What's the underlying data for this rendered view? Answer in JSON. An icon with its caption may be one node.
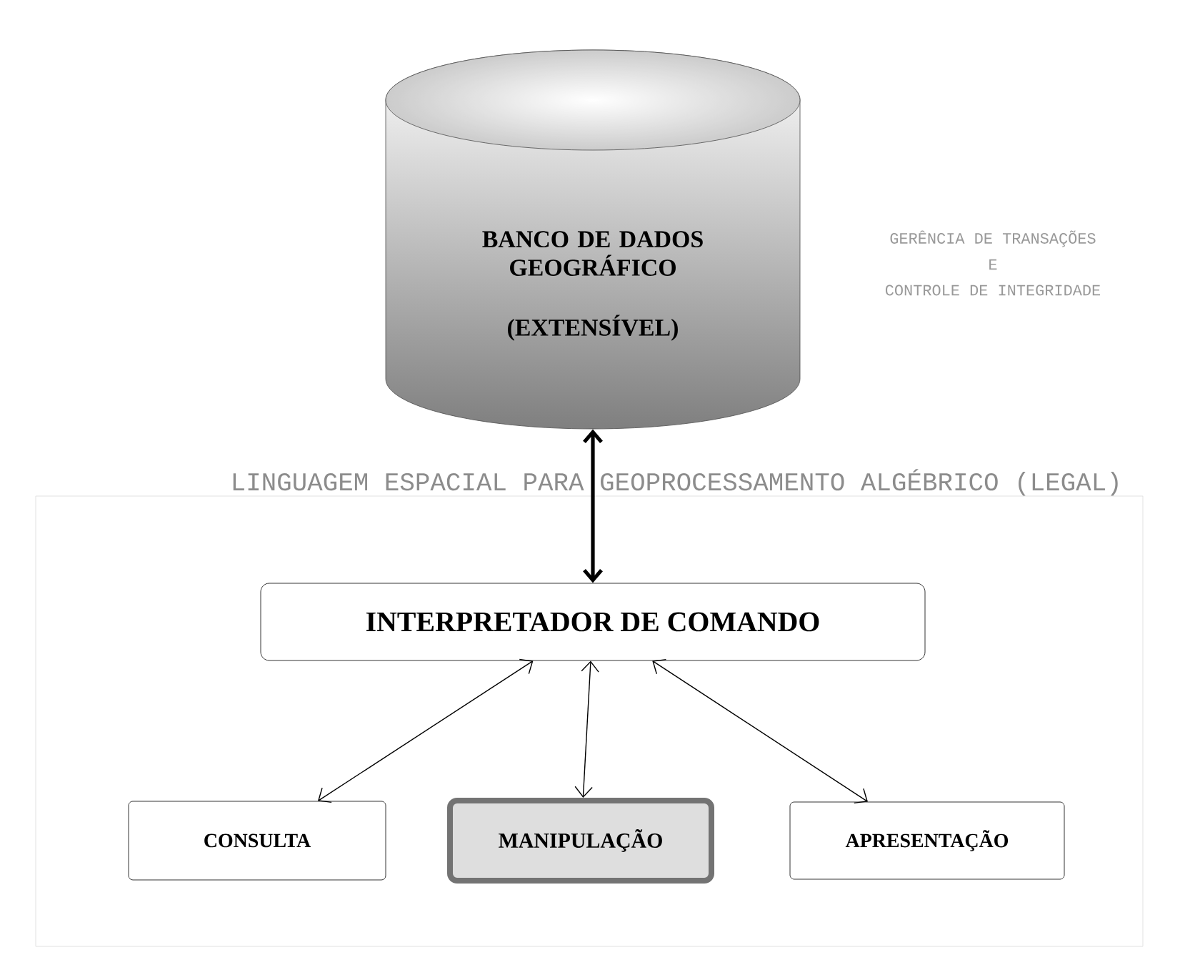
{
  "diagram": {
    "nodes": [
      {
        "text": [
          "BANCO DE DADOS GEOGRÁFICO",
          "(EXTENSÍVEL)"
        ]
      },
      {
        "text": [
          "LINGUAGEM ESPACIAL PARA GEOPROCESSAMENTO ALGÉBRICO (LEGAL)"
        ]
      },
      {
        "text": [
          "INTERPRETADOR DE COMANDO"
        ],
        "in": 1
      },
      {
        "text": [
          "CONSULTA"
        ],
        "in": 1
      },
      {
        "text": [
          "MANIPULAÇÃO"
        ],
        "in": 1
      },
      {
        "text": [
          "APRESENTAÇÃO"
        ],
        "in": 1
      }
    ],
    "edges": [
      {
        "from": 0,
        "to": 2,
        "arrow": "both",
        "style": "thick"
      },
      {
        "from": 2,
        "to": 3,
        "arrow": "both"
      },
      {
        "from": 2,
        "to": 4,
        "arrow": "both"
      },
      {
        "from": 2,
        "to": 5,
        "arrow": "both"
      }
    ],
    "labels": [
      "GERÊNCIA DE TRANSAÇÕES",
      "E",
      "CONTROLE DE INTEGRIDADE"
    ]
  }
}
